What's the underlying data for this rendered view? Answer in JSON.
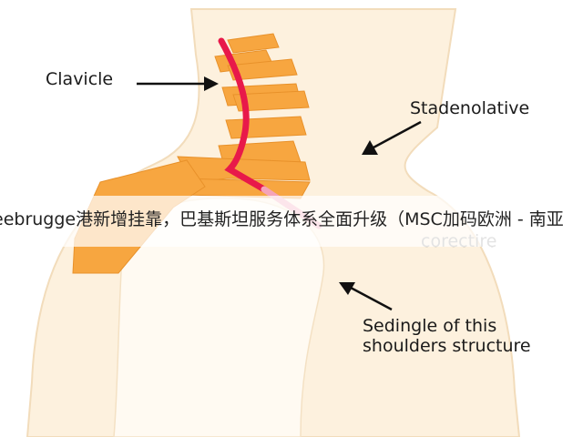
{
  "labels": {
    "clavicle": "Clavicle",
    "stadenolative": "Stadenolative",
    "corectire": "corectire",
    "sedingle_line1": "Sedingle of this",
    "sedingle_line2": "shoulders structure"
  },
  "overlay": {
    "text": "eebrugge港新增挂靠，巴基斯坦服务体系全面升级（MSC加码欧洲 - 南亚"
  },
  "colors": {
    "background": "#ffffff",
    "skin": "#fdf1de",
    "skin_outline": "#f2dcbb",
    "bone": "#f7a640",
    "bone_dark": "#e8912a",
    "nerve": "#e8194a",
    "nerve_faded": "#f5a3b8",
    "arrow": "#111111",
    "text": "#1a1a1a"
  }
}
